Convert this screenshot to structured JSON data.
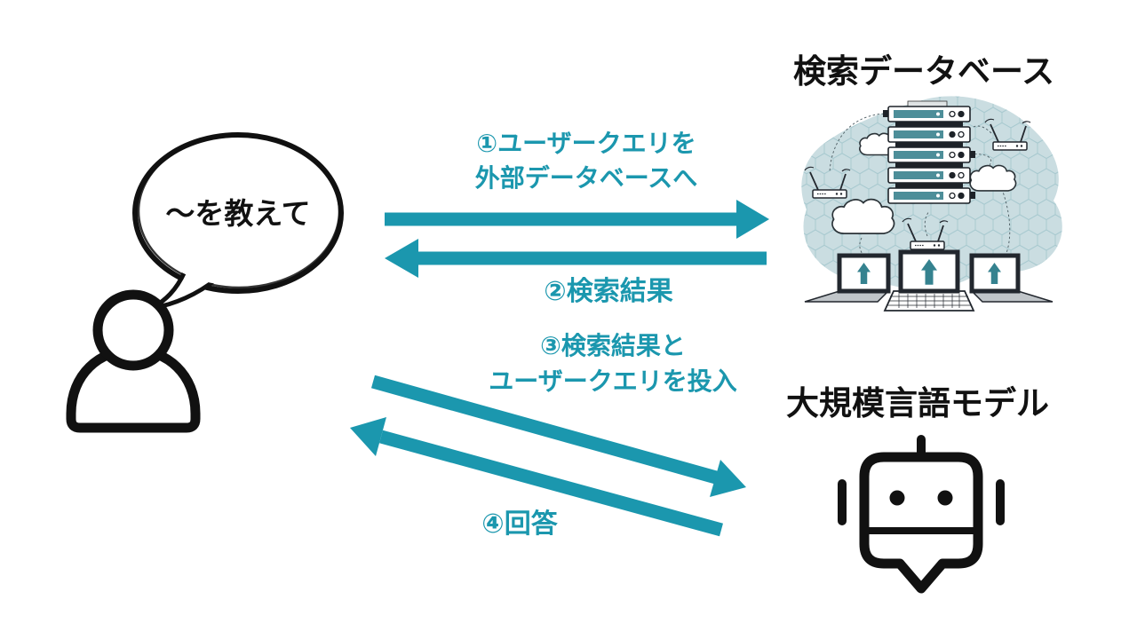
{
  "colors": {
    "teal": "#1b97ae",
    "ink": "#111111",
    "blob": "#cadde1",
    "server_teal": "#4d8e99"
  },
  "user": {
    "speech": "〜を教えて"
  },
  "database": {
    "title": "検索データベース"
  },
  "llm": {
    "title": "大規模言語モデル"
  },
  "flows": [
    {
      "label_lines": [
        "①ユーザークエリを",
        "外部データベースへ"
      ],
      "direction": "user-to-database"
    },
    {
      "label_lines": [
        "②検索結果"
      ],
      "direction": "database-to-user"
    },
    {
      "label_lines": [
        "③検索結果と",
        "ユーザークエリを投入"
      ],
      "direction": "user-to-llm"
    },
    {
      "label_lines": [
        "④回答"
      ],
      "direction": "llm-to-user"
    }
  ]
}
